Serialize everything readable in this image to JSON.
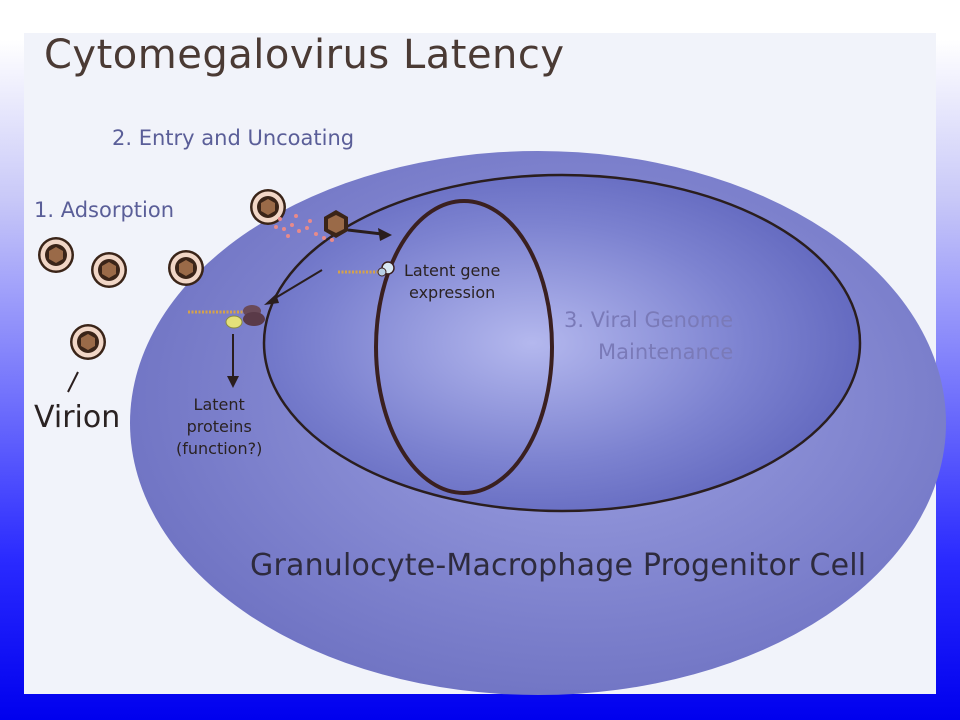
{
  "title": "Cytomegalovirus Latency",
  "steps": {
    "adsorption": "1. Adsorption",
    "entry": "2. Entry and Uncoating",
    "maintenance_line1": "3. Viral Genome",
    "maintenance_line2": "Maintenance"
  },
  "labels": {
    "virion": "Virion",
    "latent_expression_line1": "Latent gene",
    "latent_expression_line2": "expression",
    "latent_proteins_line1": "Latent",
    "latent_proteins_line2": "proteins",
    "latent_proteins_line3": "(function?)",
    "cell": "Granulocyte-Macrophage Progenitor Cell"
  },
  "colors": {
    "cell_fill": "#7c80cc",
    "nucleus_fill": "#6a70c4",
    "outline": "#2a1e1e",
    "virion_capsid": "#8a5a3c",
    "virion_membrane": "#f0d0c0"
  }
}
